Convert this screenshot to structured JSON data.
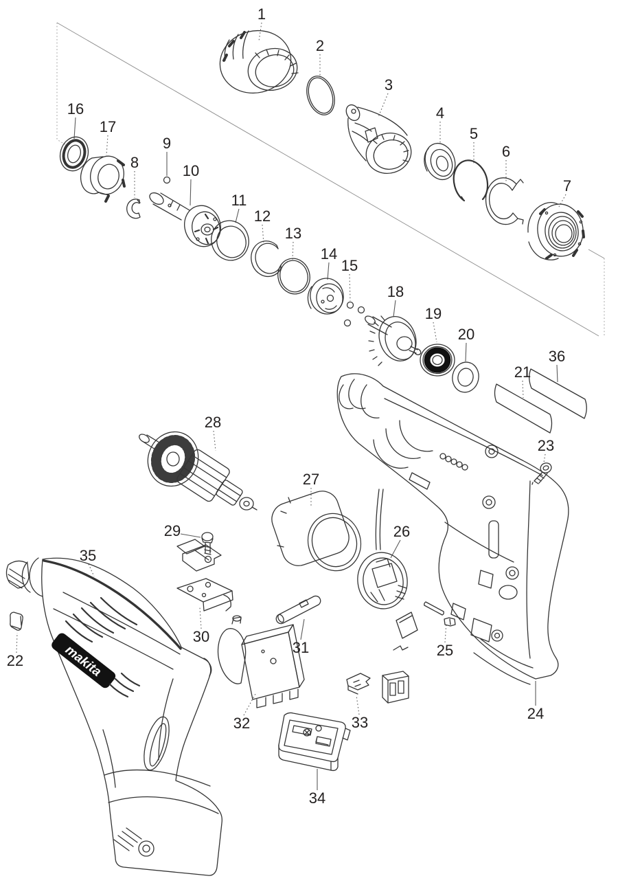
{
  "figure": {
    "kind": "exploded-parts-diagram"
  },
  "branding": {
    "logo_text": "makita"
  },
  "colors": {
    "background": "#ffffff",
    "line": "#343434",
    "leader": "#5a5a5a",
    "label": "#232020",
    "logo_bg": "#121212",
    "logo_text": "#ffffff"
  },
  "part_labels": [
    "1",
    "2",
    "3",
    "4",
    "5",
    "6",
    "7",
    "8",
    "9",
    "10",
    "11",
    "12",
    "13",
    "14",
    "15",
    "16",
    "17",
    "18",
    "19",
    "20",
    "21",
    "22",
    "23",
    "24",
    "25",
    "26",
    "27",
    "28",
    "29",
    "30",
    "31",
    "32",
    "33",
    "34",
    "35",
    "36"
  ]
}
